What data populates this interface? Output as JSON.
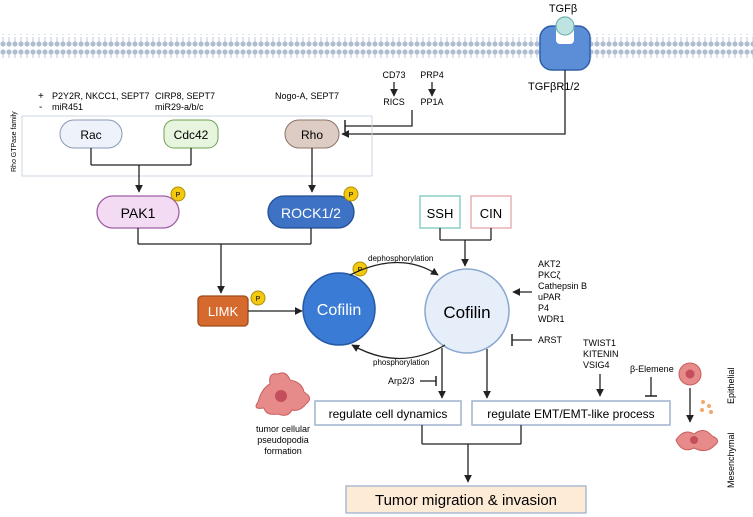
{
  "receptor": {
    "ligand": "TGFβ",
    "name": "TGFβR1/2"
  },
  "upstream": {
    "pos_sign": "+",
    "pos_text": "P2Y2R, NKCC1, SEPT7",
    "neg_sign": "-",
    "neg_text": "miR451",
    "cdc42_text_1": "CIRP8, SEPT7",
    "cdc42_text_2": "miR29-a/b/c",
    "rho_text": "Nogo-A, SEPT7",
    "cd73": "CD73",
    "rics": "RICS",
    "prp4": "PRP4",
    "pp1a": "PP1A"
  },
  "rho_family": {
    "label": "Rho GTPase family",
    "rac": "Rac",
    "cdc42": "Cdc42",
    "rho": "Rho"
  },
  "kinases": {
    "pak1": "PAK1",
    "rock": "ROCK1/2",
    "limk": "LIMK",
    "phospho_badge": "P"
  },
  "phosphatases": {
    "ssh": "SSH",
    "cin": "CIN"
  },
  "cofilin": {
    "phosphorylated": "Cofilin",
    "active": "Cofilin",
    "dephosphorylation": "dephosphorylation",
    "phosphorylation": "phosphorylation"
  },
  "regulators": {
    "activators": [
      "AKT2",
      "PKCζ",
      "Cathepsin B",
      "uPAR",
      "P4",
      "WDR1"
    ],
    "arst": "ARST",
    "arp": "Arp2/3",
    "emt_activators": [
      "TWIST1",
      "KITENIN",
      "VSIG4"
    ],
    "elemene": "β-Elemene"
  },
  "outcomes": {
    "cell_dynamics": "regulate cell dynamics",
    "emt": "regulate EMT/EMT-like process",
    "final": "Tumor migration & invasion",
    "pseudopodia": [
      "tumor cellular",
      "pseudopodia",
      "formation"
    ],
    "epithelial": "Epithelial",
    "mesenchymal": "Mesenchymal"
  },
  "colors": {
    "membrane": "#cfd9e6",
    "receptor": "#5b8ed6",
    "pak1_fill": "#f3dcf3",
    "rock_fill": "#3d72c5",
    "limk_fill": "#d66a2e",
    "cofilin_p": "#3a7bd5",
    "cofilin_active": "#e6eef9",
    "badge": "#f2c811",
    "final_fill": "#fdebd6"
  }
}
